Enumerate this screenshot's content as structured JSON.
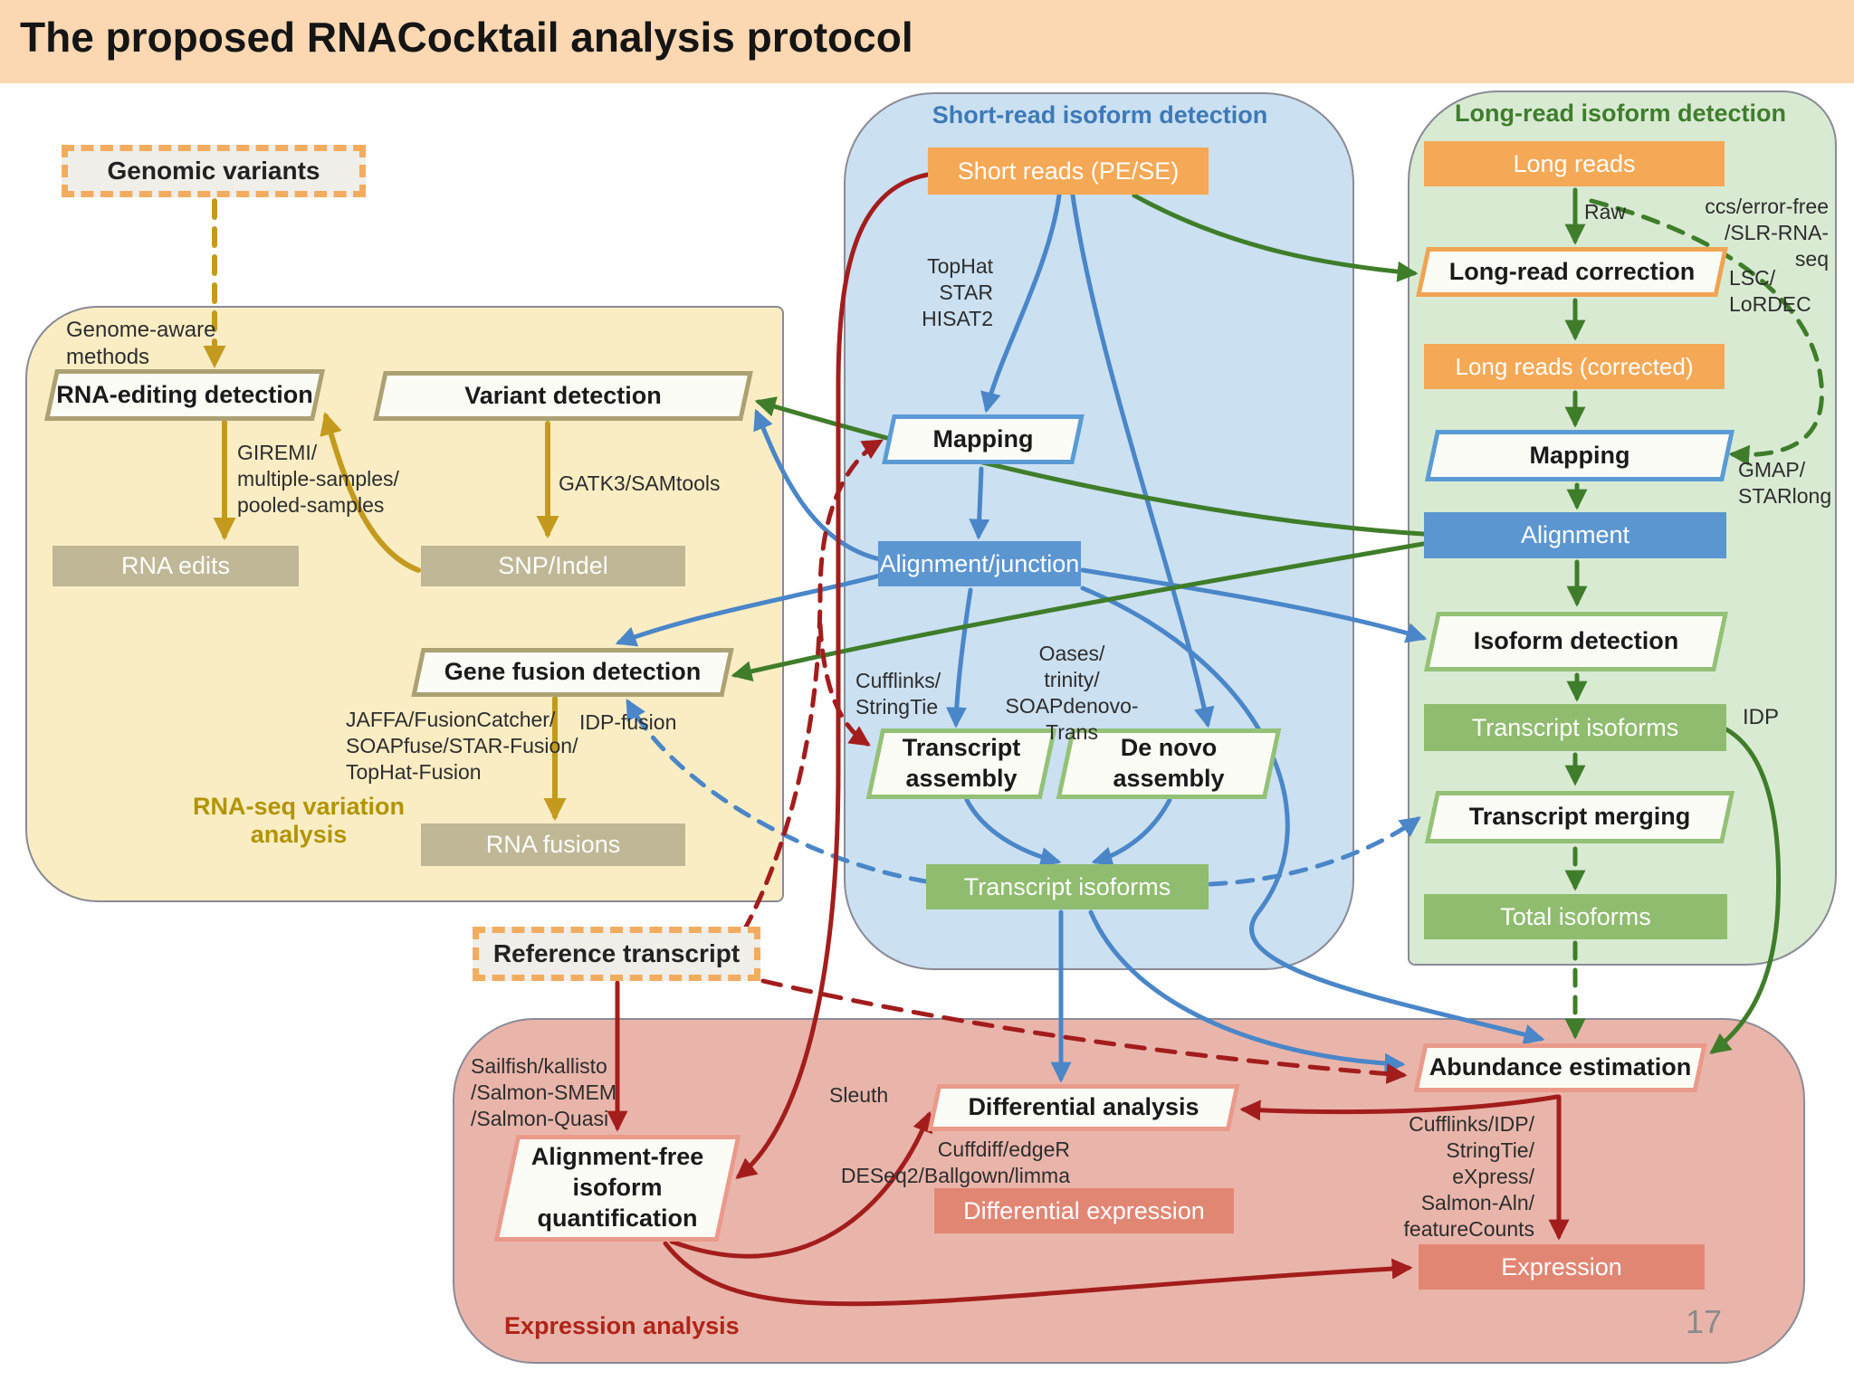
{
  "title": "The proposed RNACocktail analysis protocol",
  "page_number": "17",
  "inputs": {
    "genomic_variants": "Genomic variants",
    "genome_aware": "Genome-aware\nmethods",
    "reference_transcript": "Reference transcript"
  },
  "variation": {
    "region_label": "RNA-seq variation\nanalysis",
    "rna_editing": "RNA-editing detection",
    "variant_detection": "Variant detection",
    "rna_edits": "RNA edits",
    "snp_indel": "SNP/Indel",
    "gene_fusion": "Gene fusion detection",
    "rna_fusions": "RNA fusions",
    "giremi": "GIREMI/\nmultiple-samples/\npooled-samples",
    "gatk": "GATK3/SAMtools",
    "jaffa": "JAFFA/FusionCatcher/\nSOAPfuse/STAR-Fusion/\nTopHat-Fusion",
    "idp_fusion": "IDP-fusion"
  },
  "short_read": {
    "header": "Short-read isoform detection",
    "short_reads": "Short reads (PE/SE)",
    "tophat": "TopHat\nSTAR\nHISAT2",
    "mapping": "Mapping",
    "alignment_junction": "Alignment/junction",
    "cufflinks": "Cufflinks/\nStringTie",
    "oases": "Oases/\ntrinity/\nSOAPdenovo-Trans",
    "transcript_assembly": "Transcript\nassembly",
    "de_novo": "De novo\nassembly",
    "transcript_isoforms": "Transcript isoforms"
  },
  "long_read": {
    "header": "Long-read isoform detection",
    "long_reads": "Long reads",
    "raw": "Raw",
    "ccs": "ccs/error-free\n/SLR-RNA-seq",
    "correction": "Long-read correction",
    "lsc": "LSC/\nLoRDEC",
    "corrected": "Long reads (corrected)",
    "mapping": "Mapping",
    "gmap": "GMAP/\nSTARlong",
    "alignment": "Alignment",
    "isoform_detection": "Isoform detection",
    "transcript_isoforms": "Transcript isoforms",
    "idp": "IDP",
    "merging": "Transcript merging",
    "total_isoforms": "Total isoforms"
  },
  "expression": {
    "region_label": "Expression analysis",
    "sailfish": "Sailfish/kallisto\n/Salmon-SMEM\n/Salmon-Quasi",
    "alignment_free": "Alignment-free\nisoform\nquantification",
    "sleuth": "Sleuth",
    "differential_analysis": "Differential analysis",
    "cuffdiff": "Cuffdiff/edgeR\nDESeq2/Ballgown/limma",
    "differential_expression": "Differential expression",
    "abundance": "Abundance estimation",
    "cufflinks_idp": "Cufflinks/IDP/\nStringTie/\neXpress/\nSalmon-Aln/\nfeatureCounts",
    "expression_box": "Expression"
  },
  "colors": {
    "title_bar": "#FBD8B2",
    "variation_region": "#FAEDC4",
    "shortread_region": "#CBE0F1",
    "longread_region": "#D9EAD3",
    "expression_region": "#E9B5AB",
    "orange_box": "#F5A855",
    "tan_box": "#BFB795",
    "blue_box": "#5C96D1",
    "green_box": "#8FBC6F",
    "salmon_box": "#E28674",
    "arrow_blue": "#4A86C8",
    "arrow_green": "#3F7D2A",
    "arrow_red": "#A31D1D",
    "arrow_gold": "#C49A1E",
    "header_blue": "#3D79B8",
    "header_green": "#3E7D2C",
    "label_olive": "#B29400",
    "label_darkred": "#B02418"
  }
}
